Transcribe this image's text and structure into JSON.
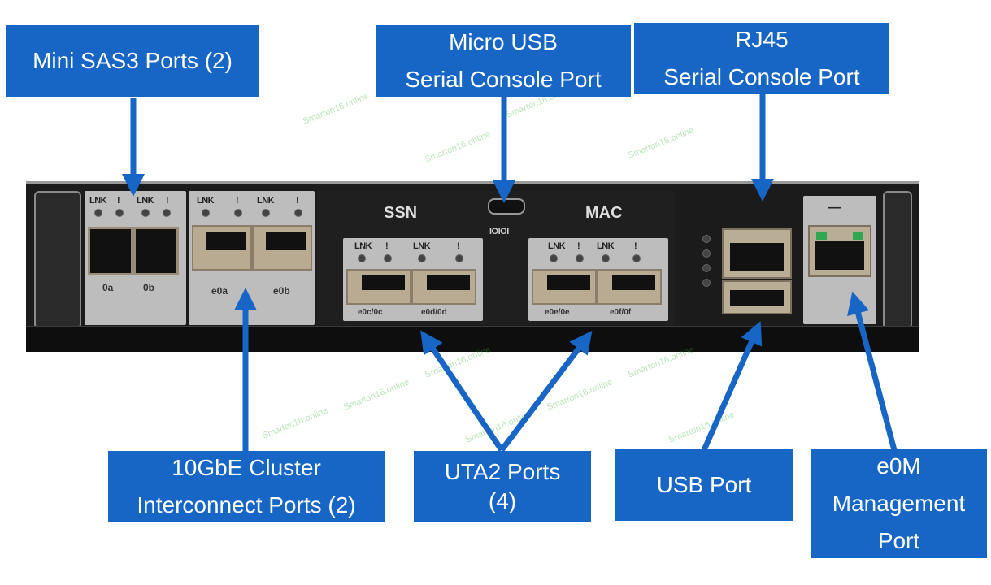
{
  "callouts": {
    "mini_sas3": [
      "Mini SAS3 Ports (2)"
    ],
    "micro_usb": [
      "Micro USB",
      "Serial Console Port"
    ],
    "rj45": [
      "RJ45",
      "Serial Console Port"
    ],
    "cluster_interconnect": [
      "10GbE Cluster",
      "Interconnect Ports (2)"
    ],
    "uta2": [
      "UTA2 Ports",
      "(4)"
    ],
    "usb": [
      "USB Port"
    ],
    "e0m": [
      "e0M",
      "Management",
      "Port"
    ]
  },
  "panel_labels": {
    "lnk": "LNK",
    "fault": "!",
    "sas_ports": [
      "0a",
      "0b"
    ],
    "cluster_ports": [
      "e0a",
      "e0b"
    ],
    "uta2_ports": [
      "e0c/0c",
      "e0d/0d",
      "e0e/0e",
      "e0f/0f"
    ],
    "ssn": "SSN",
    "mac": "MAC",
    "serial_symbol": "IOIOI"
  },
  "watermark": "Smarton16.online",
  "colors": {
    "callout_bg": "#1766c6",
    "arrow": "#1766c6",
    "latch": "#d9331f",
    "led_green": "#2fa84f"
  }
}
